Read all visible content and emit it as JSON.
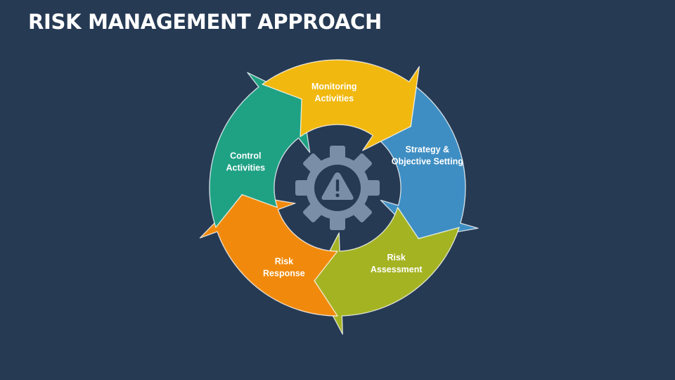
{
  "slide": {
    "title": "RISK MANAGEMENT APPROACH"
  },
  "cycle": {
    "center_icon": "gear-warning-icon",
    "steps": [
      {
        "name": "strategy",
        "line1": "Strategy &",
        "line2": "Objective Setting",
        "color": "#3e8ec3"
      },
      {
        "name": "assessment",
        "line1": "Risk",
        "line2": "Assessment",
        "color": "#a4b322"
      },
      {
        "name": "response",
        "line1": "Risk",
        "line2": "Response",
        "color": "#f18a0c"
      },
      {
        "name": "control",
        "line1": "Control",
        "line2": "Activities",
        "color": "#1fa184"
      },
      {
        "name": "monitoring",
        "line1": "Monitoring",
        "line2": "Activities",
        "color": "#f1b80f"
      }
    ]
  },
  "colors": {
    "background": "#263a54",
    "gear": "#7b8ea8",
    "warning_mark": "#263a54"
  }
}
